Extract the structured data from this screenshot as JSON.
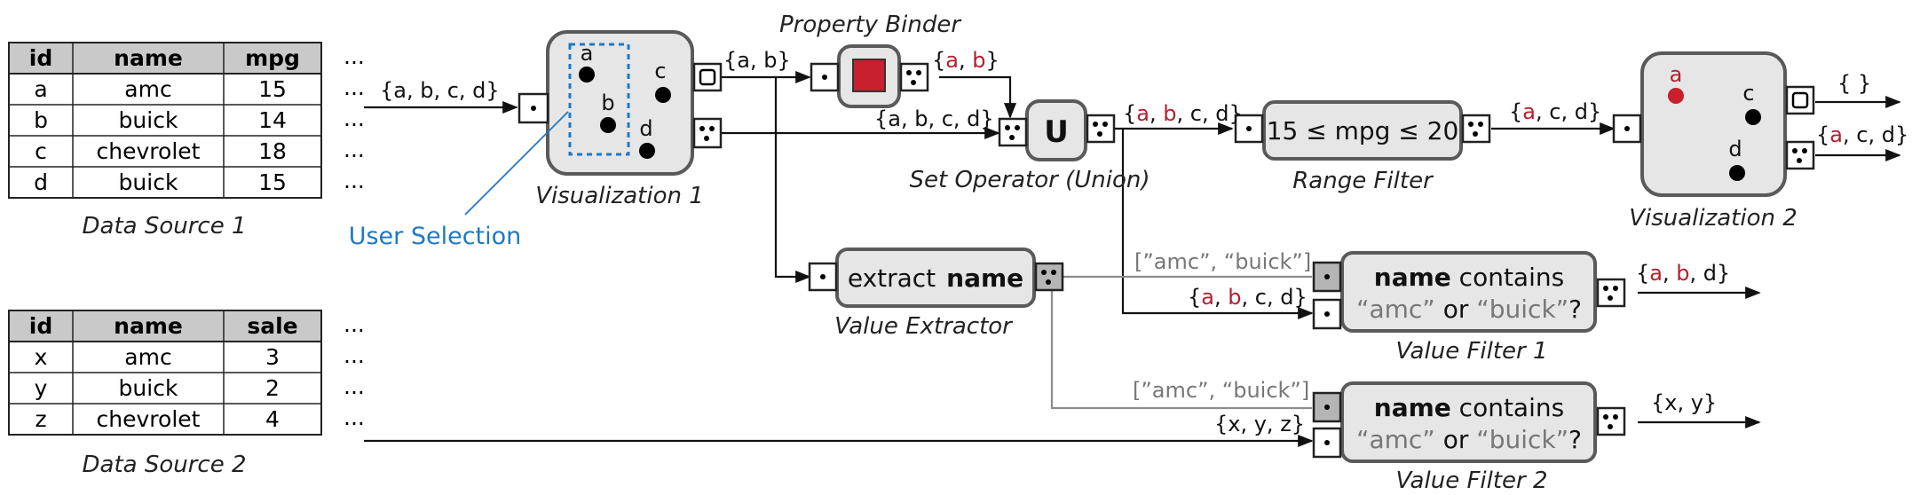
{
  "data_source_1": {
    "caption": "Data Source 1",
    "columns": [
      "id",
      "name",
      "mpg"
    ],
    "rows": [
      [
        "a",
        "amc",
        "15"
      ],
      [
        "b",
        "buick",
        "14"
      ],
      [
        "c",
        "chevrolet",
        "18"
      ],
      [
        "d",
        "buick",
        "15"
      ]
    ],
    "ellipsis": "..."
  },
  "data_source_2": {
    "caption": "Data Source 2",
    "columns": [
      "id",
      "name",
      "sale"
    ],
    "rows": [
      [
        "x",
        "amc",
        "3"
      ],
      [
        "y",
        "buick",
        "2"
      ],
      [
        "z",
        "chevrolet",
        "4"
      ]
    ],
    "ellipsis": "..."
  },
  "user_selection": "User Selection",
  "viz1": {
    "caption": "Visualization 1",
    "points": [
      "a",
      "b",
      "c",
      "d"
    ]
  },
  "property_binder": {
    "caption": "Property Binder",
    "color": "#c8202e"
  },
  "set_operator": {
    "caption": "Set Operator (Union)",
    "symbol": "U"
  },
  "range_filter": {
    "caption": "Range Filter",
    "text": "15 ≤ mpg ≤ 20"
  },
  "viz2": {
    "caption": "Visualization 2",
    "points": [
      "a",
      "c",
      "d"
    ],
    "highlight_color": "#c8202e"
  },
  "value_extractor": {
    "caption": "Value Extractor",
    "text_plain": "extract",
    "text_bold": "name"
  },
  "value_filter_1": {
    "caption": "Value Filter 1",
    "line1_bold": "name",
    "line1_rest": " contains",
    "q1": "“amc”",
    "or": " or ",
    "q2": "“buick”",
    "qmark": "?"
  },
  "value_filter_2": {
    "caption": "Value Filter 2",
    "line1_bold": "name",
    "line1_rest": " contains",
    "q1": "“amc”",
    "or": " or ",
    "q2": "“buick”",
    "qmark": "?"
  },
  "edge_labels": {
    "ds1_to_viz1": "{a, b, c, d}",
    "viz1_sel": "{a, b}",
    "binder_out_open": "{",
    "binder_out_a": "a",
    "binder_out_sep": ", ",
    "binder_out_b": "b",
    "binder_out_close": "}",
    "viz1_all": "{a, b, c, d}",
    "union_open": "{",
    "union_a": "a",
    "union_sep": ", ",
    "union_b": "b",
    "union_rest": ", c, d}",
    "range_open": "{",
    "range_a": "a",
    "range_rest": ", c, d}",
    "viz2_sel": "{ }",
    "viz2_out_open": "{",
    "viz2_out_a": "a",
    "viz2_out_rest": ", c, d}",
    "extract_vals_1": "[”amc”, “buick”]",
    "vf1_in_open": "{",
    "vf1_in_a": "a",
    "vf1_in_sep": ", ",
    "vf1_in_b": "b",
    "vf1_in_rest": ", c, d}",
    "vf1_out_open": "{",
    "vf1_out_a": "a",
    "vf1_out_sep": ", ",
    "vf1_out_b": "b",
    "vf1_out_rest": ", d}",
    "extract_vals_2": "[”amc”, “buick”]",
    "ds2_to_vf2": "{x, y, z}",
    "vf2_out": "{x, y}"
  }
}
